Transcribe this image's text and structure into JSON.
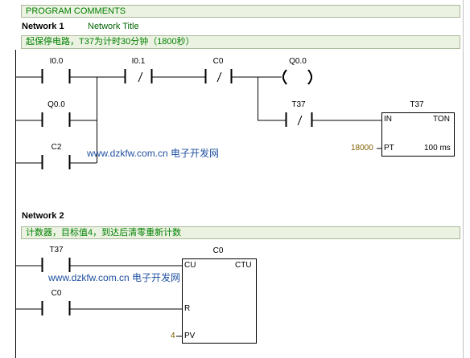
{
  "program_comments": "PROGRAM COMMENTS",
  "network1": {
    "label": "Network 1",
    "title": "Network Title",
    "comment": "起保停电路，T37为计时30分钟（1800秒）",
    "contacts": {
      "i00": "I0.0",
      "q00_parallel": "Q0.0",
      "c2": "C2",
      "i01": "I0.1",
      "c0": "C0",
      "t37": "T37"
    },
    "coil": "Q0.0",
    "timer": {
      "name": "T37",
      "type": "TON",
      "in": "IN",
      "pt": "PT",
      "pt_value": "18000",
      "unit": "100 ms"
    },
    "watermark": "www.dzkfw.com.cn 电子开发网"
  },
  "network2": {
    "label": "Network 2",
    "comment": "计数器，目标值4，到达后清零重新计数",
    "contacts": {
      "t37": "T37",
      "c0": "C0"
    },
    "counter": {
      "name": "C0",
      "type": "CTU",
      "cu": "CU",
      "r": "R",
      "pv": "PV",
      "pv_value": "4"
    },
    "watermark": "www.dzkfw.com.cn 电子开发网"
  }
}
